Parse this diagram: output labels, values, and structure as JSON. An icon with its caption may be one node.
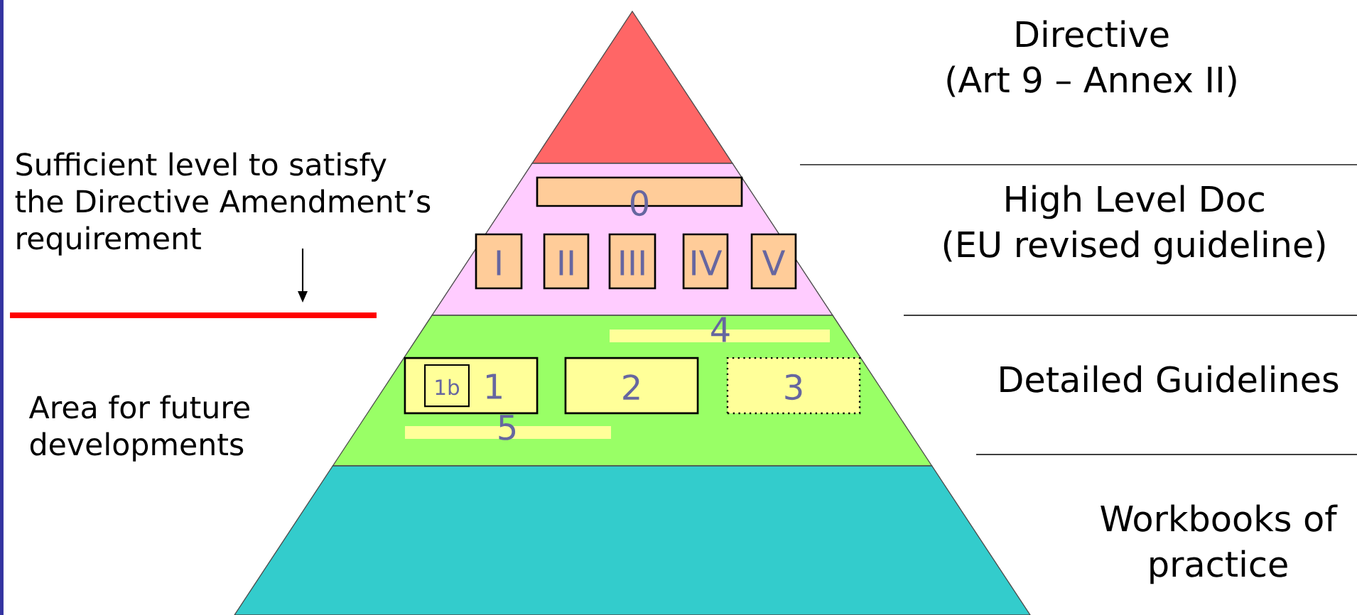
{
  "diagram": {
    "nodes": [
      {
        "text": [],
        "shape": "triangle"
      },
      {
        "text": [],
        "shape": "band"
      },
      {
        "text": [
          "0"
        ],
        "in": 1
      },
      {
        "text": [
          "I"
        ],
        "in": 1
      },
      {
        "text": [
          "II"
        ],
        "in": 1
      },
      {
        "text": [
          "III"
        ],
        "in": 1
      },
      {
        "text": [
          "IV"
        ],
        "in": 1
      },
      {
        "text": [
          "V"
        ],
        "in": 1
      },
      {
        "text": [],
        "shape": "band"
      },
      {
        "text": [
          "4"
        ],
        "in": 8
      },
      {
        "text": [
          "1"
        ],
        "in": 8
      },
      {
        "text": [
          "1b"
        ],
        "in": 10
      },
      {
        "text": [
          "2"
        ],
        "in": 8
      },
      {
        "text": [
          "3"
        ],
        "in": 8
      },
      {
        "text": [
          "5"
        ],
        "in": 8
      },
      {
        "text": [],
        "shape": "band"
      }
    ],
    "edges": [],
    "labels": [
      "Directive (Art 9 – Annex II)",
      "Sufficient level to satisfy the Directive Amendment’s requirement",
      "High Level Doc (EU revised guideline)",
      "Detailed Guidelines",
      "Area for future developments",
      "Workbooks of practice"
    ]
  }
}
